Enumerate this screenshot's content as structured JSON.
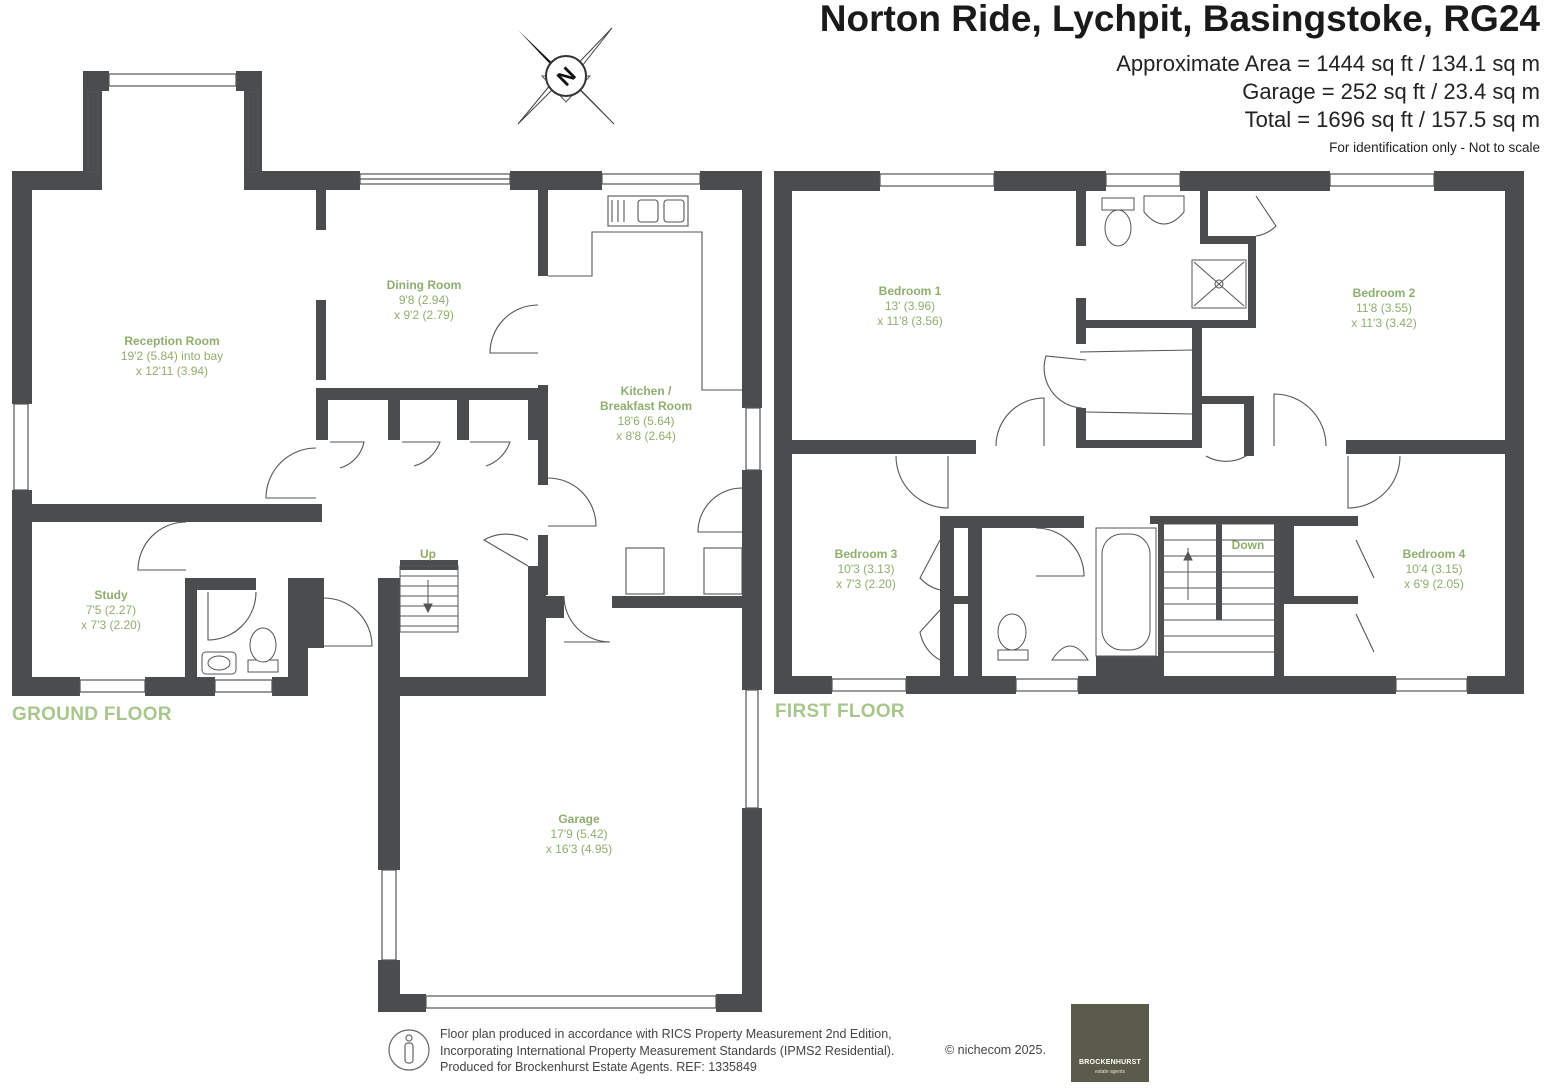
{
  "header": {
    "title": "Norton Ride, Lychpit, Basingstoke, RG24",
    "approx_area": "Approximate Area = 1444 sq ft / 134.1 sq m",
    "garage_area": "Garage = 252 sq ft / 23.4 sq m",
    "total_area": "Total = 1696 sq ft / 157.5 sq m",
    "note": "For identification only - Not to scale"
  },
  "compass": {
    "letter": "N"
  },
  "ground_floor": {
    "label": "GROUND FLOOR",
    "stairs_label": "Up",
    "rooms": {
      "reception": {
        "name": "Reception Room",
        "dim1": "19'2 (5.84) into bay",
        "dim2": "x 12'11 (3.94)"
      },
      "dining": {
        "name": "Dining Room",
        "dim1": "9'8 (2.94)",
        "dim2": "x 9'2 (2.79)"
      },
      "kitchen": {
        "name": "Kitchen /",
        "name2": "Breakfast Room",
        "dim1": "18'6 (5.64)",
        "dim2": "x 8'8 (2.64)"
      },
      "study": {
        "name": "Study",
        "dim1": "7'5 (2.27)",
        "dim2": "x 7'3 (2.20)"
      },
      "garage": {
        "name": "Garage",
        "dim1": "17'9 (5.42)",
        "dim2": "x 16'3 (4.95)"
      }
    }
  },
  "first_floor": {
    "label": "FIRST FLOOR",
    "stairs_label": "Down",
    "rooms": {
      "bedroom1": {
        "name": "Bedroom 1",
        "dim1": "13' (3.96)",
        "dim2": "x 11'8 (3.56)"
      },
      "bedroom2": {
        "name": "Bedroom 2",
        "dim1": "11'8 (3.55)",
        "dim2": "x 11'3 (3.42)"
      },
      "bedroom3": {
        "name": "Bedroom 3",
        "dim1": "10'3 (3.13)",
        "dim2": "x 7'3 (2.20)"
      },
      "bedroom4": {
        "name": "Bedroom 4",
        "dim1": "10'4 (3.15)",
        "dim2": "x 6'9 (2.05)"
      }
    }
  },
  "footer": {
    "line1": "Floor plan produced in accordance with RICS Property Measurement 2nd Edition,",
    "line2": "Incorporating International Property Measurement Standards (IPMS2 Residential).",
    "line3": "Produced for Brockenhurst Estate Agents.   REF: 1335849",
    "copyright": "© nichecom 2025."
  },
  "logo": {
    "brand": "BROCKENHURST",
    "tagline": "estate agents"
  },
  "colors": {
    "wall": "#4a4c4e",
    "label": "#8fae6d",
    "floor_label": "#a9c68c",
    "fixture": "#555555"
  }
}
